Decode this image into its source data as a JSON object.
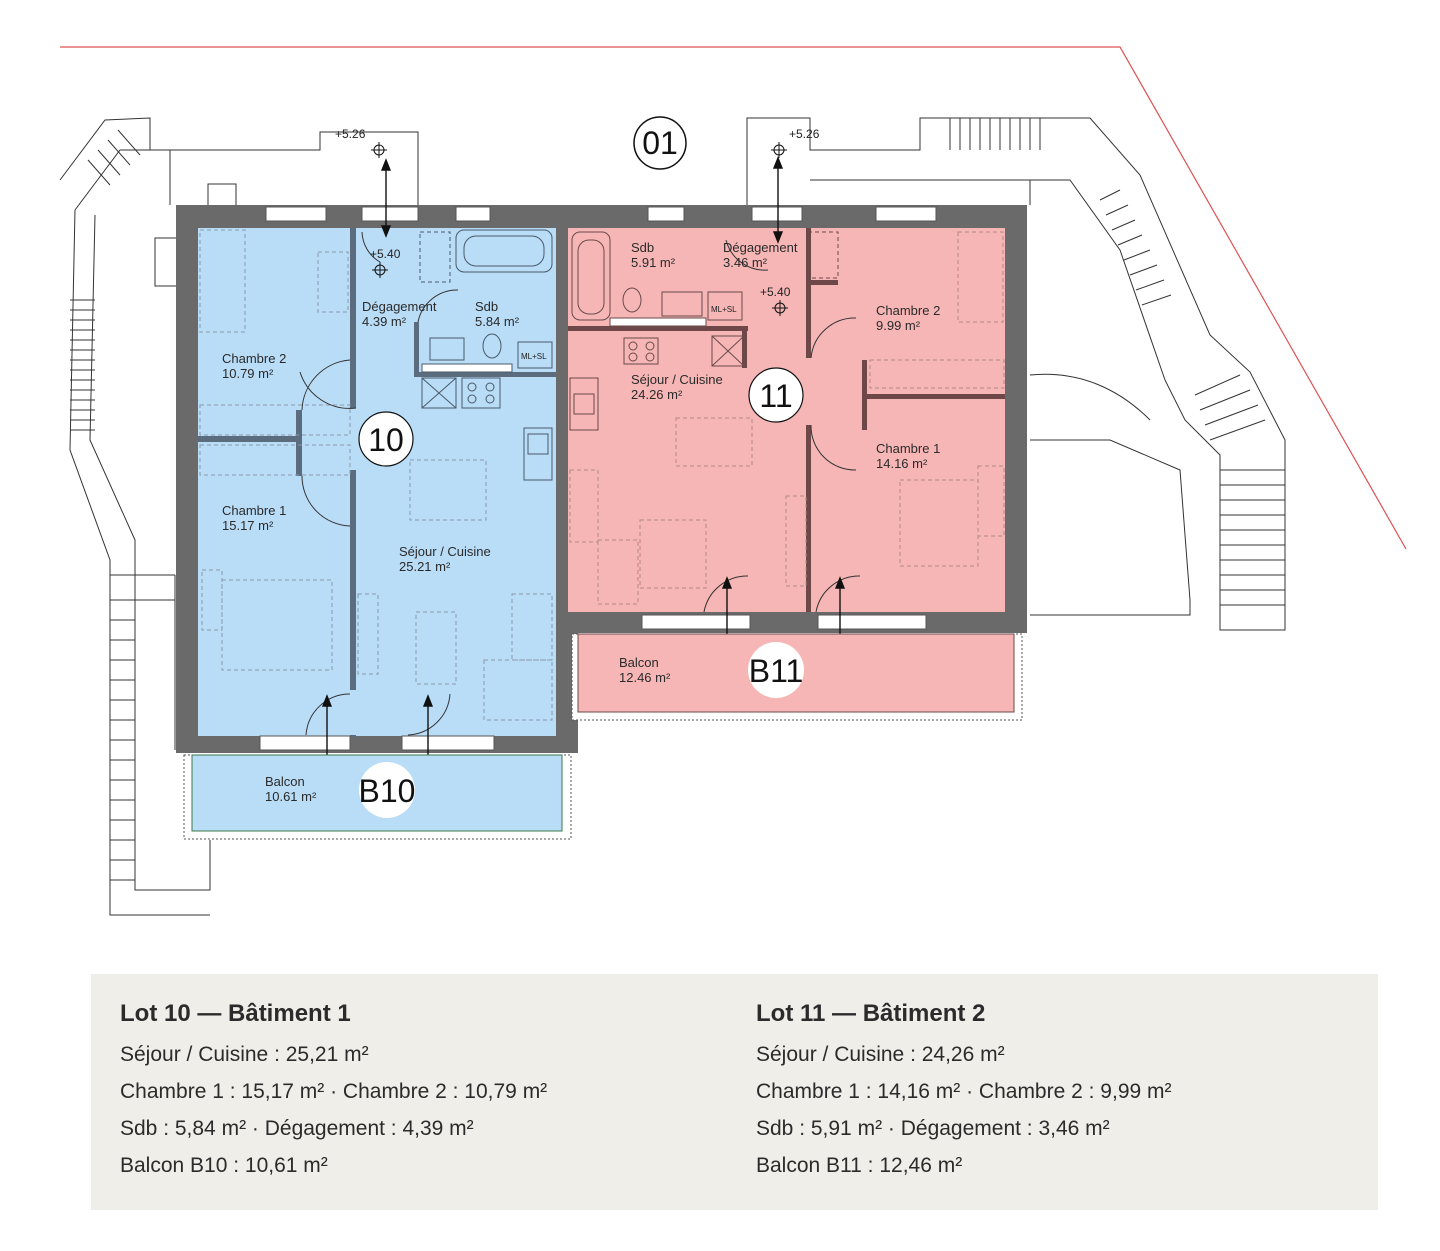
{
  "plan": {
    "building_label": "01",
    "elevations": {
      "upper": "+5.26",
      "landing": "+5.40"
    },
    "equipment_label": "ML+SL",
    "units": [
      {
        "label": "10",
        "balcony_label": "B10",
        "rooms": [
          {
            "id": "chambre2",
            "name": "Chambre 2",
            "area": "10.79 m²"
          },
          {
            "id": "chambre1",
            "name": "Chambre 1",
            "area": "15.17 m²"
          },
          {
            "id": "degagement",
            "name": "Dégagement",
            "area": "4.39 m²"
          },
          {
            "id": "sdb",
            "name": "Sdb",
            "area": "5.84 m²"
          },
          {
            "id": "sejour",
            "name": "Séjour / Cuisine",
            "area": "25.21 m²"
          },
          {
            "id": "balcon",
            "name": "Balcon",
            "area": "10.61 m²"
          }
        ]
      },
      {
        "label": "11",
        "balcony_label": "B11",
        "rooms": [
          {
            "id": "sdb",
            "name": "Sdb",
            "area": "5.91 m²"
          },
          {
            "id": "degagement",
            "name": "Dégagement",
            "area": "3.46 m²"
          },
          {
            "id": "chambre2",
            "name": "Chambre 2",
            "area": "9.99 m²"
          },
          {
            "id": "sejour",
            "name": "Séjour / Cuisine",
            "area": "24.26 m²"
          },
          {
            "id": "chambre1",
            "name": "Chambre 1",
            "area": "14.16 m²"
          },
          {
            "id": "balcon",
            "name": "Balcon",
            "area": "12.46 m²"
          }
        ]
      }
    ]
  },
  "summary": {
    "lot10": {
      "title": "Lot 10 — Bâtiment 1",
      "lines": [
        "Séjour / Cuisine : 25,21 m²",
        "Chambre 1 : 15,17 m² · Chambre 2 : 10,79 m²",
        "Sdb : 5,84 m² · Dégagement : 4,39 m²",
        "Balcon B10 : 10,61 m²"
      ]
    },
    "lot11": {
      "title": "Lot 11 — Bâtiment 2",
      "lines": [
        "Séjour / Cuisine : 24,26 m²",
        "Chambre 1 : 14,16 m² · Chambre 2 : 9,99 m²",
        "Sdb : 5,91 m² · Dégagement : 3,46 m²",
        "Balcon B11 : 12,46 m²"
      ]
    }
  },
  "colors": {
    "unit10_fill": "#b9dcf7",
    "unit11_fill": "#f7b6b6",
    "wall": "#6a6a6a",
    "site_line": "#e05050",
    "panel_bg": "#efeee9"
  }
}
